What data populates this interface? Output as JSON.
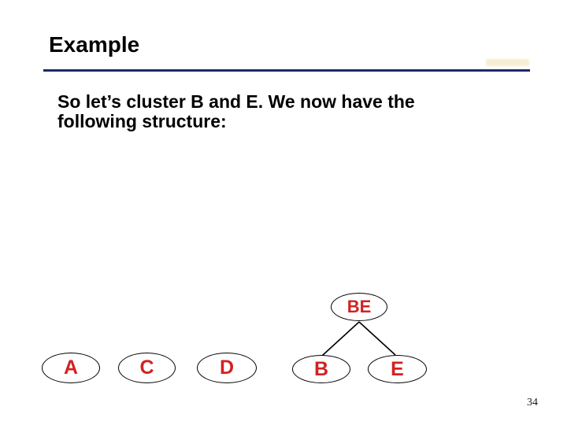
{
  "slide": {
    "title": "Example",
    "body_lines": {
      "0": "So let’s cluster B and E. We now have the",
      "1": "following structure:"
    },
    "page_number": "34"
  },
  "colors": {
    "background": "#ffffff",
    "title_text": "#000000",
    "body_text": "#000000",
    "divider": "#1b2a6e",
    "node_label": "#d32121",
    "node_border": "#000000",
    "edge": "#000000"
  },
  "diagram": {
    "type": "cluster-tree",
    "nodes": [
      {
        "id": "BE",
        "label": "BE"
      },
      {
        "id": "A",
        "label": "A"
      },
      {
        "id": "C",
        "label": "C"
      },
      {
        "id": "D",
        "label": "D"
      },
      {
        "id": "B",
        "label": "B"
      },
      {
        "id": "E",
        "label": "E"
      }
    ],
    "edges": [
      {
        "from": "BE",
        "to": "B"
      },
      {
        "from": "BE",
        "to": "E"
      }
    ]
  }
}
